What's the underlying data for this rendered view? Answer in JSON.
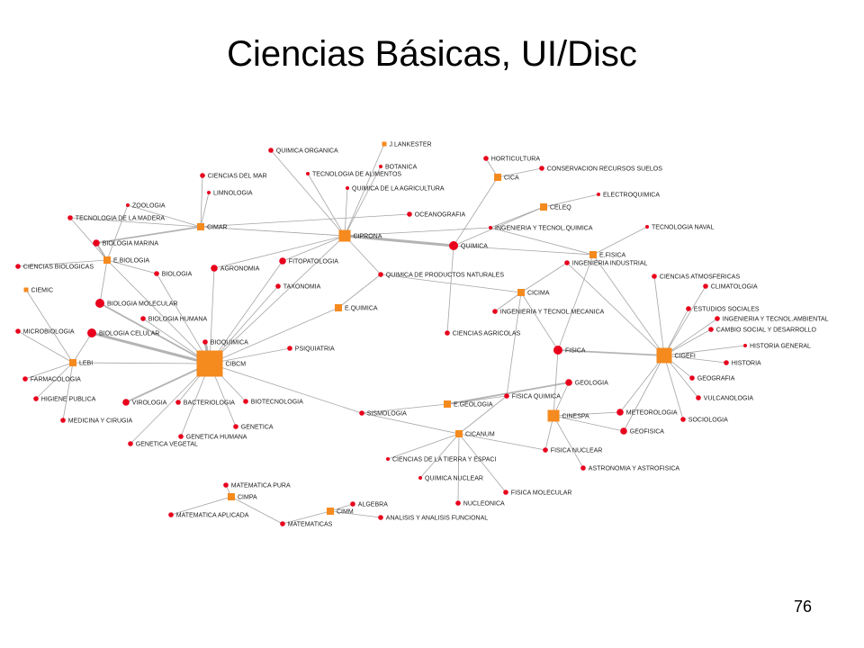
{
  "slide": {
    "title": "Ciencias Básicas, UI/Disc",
    "page_number": "76"
  },
  "colors": {
    "hub": "#f58a1f",
    "leaf": "#e8001c",
    "edge": "#9b9b9b"
  },
  "nodes": [
    {
      "id": "cibom",
      "label": "CIBCM",
      "kind": "hub",
      "size": "xl"
    },
    {
      "id": "cigefi",
      "label": "CIGEFI",
      "kind": "hub",
      "size": "l"
    },
    {
      "id": "ciprona",
      "label": "CIPRONA",
      "kind": "hub",
      "size": "m"
    },
    {
      "id": "cimar",
      "label": "CIMAR",
      "kind": "hub",
      "size": "s"
    },
    {
      "id": "ebiologia",
      "label": "E.BIOLOGIA",
      "kind": "hub",
      "size": "s"
    },
    {
      "id": "lebi",
      "label": "LEBI",
      "kind": "hub",
      "size": "s"
    },
    {
      "id": "equimica",
      "label": "E.QUIMICA",
      "kind": "hub",
      "size": "s"
    },
    {
      "id": "cica",
      "label": "CICA",
      "kind": "hub",
      "size": "s"
    },
    {
      "id": "celeq",
      "label": "CELEQ",
      "kind": "hub",
      "size": "s"
    },
    {
      "id": "efisica",
      "label": "E.FISICA",
      "kind": "hub",
      "size": "s"
    },
    {
      "id": "cicima",
      "label": "CICIMA",
      "kind": "hub",
      "size": "s"
    },
    {
      "id": "egeologia",
      "label": "E.GEOLOGIA",
      "kind": "hub",
      "size": "s"
    },
    {
      "id": "cinespa",
      "label": "CINESPA",
      "kind": "hub",
      "size": "m"
    },
    {
      "id": "cicanum",
      "label": "CICANUM",
      "kind": "hub",
      "size": "s"
    },
    {
      "id": "cimpa",
      "label": "CIMPA",
      "kind": "hub",
      "size": "s"
    },
    {
      "id": "cimm",
      "label": "CIMM",
      "kind": "hub",
      "size": "s"
    },
    {
      "id": "jllankester",
      "label": "J.LANKESTER",
      "kind": "hub",
      "size": "xs"
    },
    {
      "id": "ciemic",
      "label": "CIEMIC",
      "kind": "hub",
      "size": "xs"
    },
    {
      "id": "quimorg",
      "label": "QUIMICA ORGANICA",
      "kind": "leaf",
      "size": "s"
    },
    {
      "id": "tecali",
      "label": "TECNOLOGIA DE ALIMENTOS",
      "kind": "leaf",
      "size": "xs"
    },
    {
      "id": "botanica",
      "label": "BOTANICA",
      "kind": "leaf",
      "size": "xs"
    },
    {
      "id": "quimagr",
      "label": "QUIMICA DE LA AGRICULTURA",
      "kind": "leaf",
      "size": "xs"
    },
    {
      "id": "cienmar",
      "label": "CIENCIAS DEL MAR",
      "kind": "leaf",
      "size": "s"
    },
    {
      "id": "limnologia",
      "label": "LIMNOLOGIA",
      "kind": "leaf",
      "size": "xs"
    },
    {
      "id": "zoologia",
      "label": "ZOOLOGIA",
      "kind": "leaf",
      "size": "xs"
    },
    {
      "id": "tecmadera",
      "label": "TECNOLOGIA DE LA MADERA",
      "kind": "leaf",
      "size": "s"
    },
    {
      "id": "biomarina",
      "label": "BIOLOGIA MARINA",
      "kind": "leaf",
      "size": "m"
    },
    {
      "id": "cienbio",
      "label": "CIENCIAS BIOLOGICAS",
      "kind": "leaf",
      "size": "s"
    },
    {
      "id": "biologia",
      "label": "BIOLOGIA",
      "kind": "leaf",
      "size": "s"
    },
    {
      "id": "agronomia",
      "label": "AGRONOMIA",
      "kind": "leaf",
      "size": "m"
    },
    {
      "id": "fitopat",
      "label": "FITOPATOLOGIA",
      "kind": "leaf",
      "size": "m"
    },
    {
      "id": "taxonomia",
      "label": "TAXONOMIA",
      "kind": "leaf",
      "size": "s"
    },
    {
      "id": "biomol",
      "label": "BIOLOGIA MOLECULAR",
      "kind": "leaf",
      "size": "l"
    },
    {
      "id": "biohum",
      "label": "BIOLOGIA HUMANA",
      "kind": "leaf",
      "size": "s"
    },
    {
      "id": "biocel",
      "label": "BIOLOGIA CELULAR",
      "kind": "leaf",
      "size": "l"
    },
    {
      "id": "microbio",
      "label": "MICROBIOLOGIA",
      "kind": "leaf",
      "size": "s"
    },
    {
      "id": "bioquimica",
      "label": "BIOQUIMICA",
      "kind": "leaf",
      "size": "s"
    },
    {
      "id": "psiquiatria",
      "label": "PSIQUIATRIA",
      "kind": "leaf",
      "size": "s"
    },
    {
      "id": "farmaco",
      "label": "FARMACOLOGIA",
      "kind": "leaf",
      "size": "s"
    },
    {
      "id": "higiene",
      "label": "HIGIENE PUBLICA",
      "kind": "leaf",
      "size": "s"
    },
    {
      "id": "medicina",
      "label": "MEDICINA Y CIRUGIA",
      "kind": "leaf",
      "size": "s"
    },
    {
      "id": "virologia",
      "label": "VIROLOGIA",
      "kind": "leaf",
      "size": "m"
    },
    {
      "id": "bacterio",
      "label": "BACTERIOLOGIA",
      "kind": "leaf",
      "size": "s"
    },
    {
      "id": "biotec",
      "label": "BIOTECNOLOGIA",
      "kind": "leaf",
      "size": "s"
    },
    {
      "id": "genetica",
      "label": "GENETICA",
      "kind": "leaf",
      "size": "s"
    },
    {
      "id": "genhum",
      "label": "GENETICA HUMANA",
      "kind": "leaf",
      "size": "s"
    },
    {
      "id": "genveg",
      "label": "GENETICA VEGETAL",
      "kind": "leaf",
      "size": "s"
    },
    {
      "id": "oceano",
      "label": "OCEANOGRAFIA",
      "kind": "leaf",
      "size": "s"
    },
    {
      "id": "quimica",
      "label": "QUIMICA",
      "kind": "leaf",
      "size": "l"
    },
    {
      "id": "horticultura",
      "label": "HORTICULTURA",
      "kind": "leaf",
      "size": "s"
    },
    {
      "id": "conserv",
      "label": "CONSERVACION RECURSOS SUELOS",
      "kind": "leaf",
      "size": "s"
    },
    {
      "id": "electroq",
      "label": "ELECTROQUIMICA",
      "kind": "leaf",
      "size": "xs"
    },
    {
      "id": "ingquim",
      "label": "INGENIERIA Y TECNOL.QUIMICA",
      "kind": "leaf",
      "size": "xs"
    },
    {
      "id": "tecnaval",
      "label": "TECNOLOGIA NAVAL",
      "kind": "leaf",
      "size": "xs"
    },
    {
      "id": "quimprod",
      "label": "QUIMICA DE PRODUCTOS NATURALES",
      "kind": "leaf",
      "size": "s"
    },
    {
      "id": "ingind",
      "label": "INGENIERIA INDUSTRIAL",
      "kind": "leaf",
      "size": "s"
    },
    {
      "id": "cienatm",
      "label": "CIENCIAS ATMOSFERICAS",
      "kind": "leaf",
      "size": "s"
    },
    {
      "id": "climato",
      "label": "CLIMATOLOGIA",
      "kind": "leaf",
      "size": "s"
    },
    {
      "id": "estsoc",
      "label": "ESTUDIOS SOCIALES",
      "kind": "leaf",
      "size": "s"
    },
    {
      "id": "ingamb",
      "label": "INGENIERIA Y TECNOL.AMBIENTAL",
      "kind": "leaf",
      "size": "s"
    },
    {
      "id": "cambio",
      "label": "CAMBIO SOCIAL Y DESARROLLO",
      "kind": "leaf",
      "size": "s"
    },
    {
      "id": "histgen",
      "label": "HISTORIA GENERAL",
      "kind": "leaf",
      "size": "xs"
    },
    {
      "id": "historia",
      "label": "HISTORIA",
      "kind": "leaf",
      "size": "s"
    },
    {
      "id": "ingmec",
      "label": "INGENIERIA Y TECNOL.MECANICA",
      "kind": "leaf",
      "size": "s"
    },
    {
      "id": "cienagr",
      "label": "CIENCIAS AGRICOLAS",
      "kind": "leaf",
      "size": "s"
    },
    {
      "id": "fisica",
      "label": "FISICA",
      "kind": "leaf",
      "size": "l"
    },
    {
      "id": "geologia",
      "label": "GEOLOGIA",
      "kind": "leaf",
      "size": "m"
    },
    {
      "id": "geografia",
      "label": "GEOGRAFIA",
      "kind": "leaf",
      "size": "s"
    },
    {
      "id": "vulcano",
      "label": "VULCANOLOGIA",
      "kind": "leaf",
      "size": "s"
    },
    {
      "id": "sociologia",
      "label": "SOCIOLOGIA",
      "kind": "leaf",
      "size": "s"
    },
    {
      "id": "fisquim",
      "label": "FISICA QUIMICA",
      "kind": "leaf",
      "size": "s"
    },
    {
      "id": "meteo",
      "label": "METEOROLOGIA",
      "kind": "leaf",
      "size": "m"
    },
    {
      "id": "geofisica",
      "label": "GEOFISICA",
      "kind": "leaf",
      "size": "m"
    },
    {
      "id": "sismologia",
      "label": "SISMOLOGIA",
      "kind": "leaf",
      "size": "s"
    },
    {
      "id": "fisnuc",
      "label": "FISICA NUCLEAR",
      "kind": "leaf",
      "size": "s"
    },
    {
      "id": "astro",
      "label": "ASTRONOMIA Y ASTROFISICA",
      "kind": "leaf",
      "size": "s"
    },
    {
      "id": "ciencterra",
      "label": "CIENCIAS DE LA TIERRA Y ESPACI",
      "kind": "leaf",
      "size": "xs"
    },
    {
      "id": "quimnuc",
      "label": "QUIMICA NUCLEAR",
      "kind": "leaf",
      "size": "xs"
    },
    {
      "id": "fismol",
      "label": "FISICA MOLECULAR",
      "kind": "leaf",
      "size": "s"
    },
    {
      "id": "nucleonica",
      "label": "NUCLEONICA",
      "kind": "leaf",
      "size": "s"
    },
    {
      "id": "matpura",
      "label": "MATEMATICA PURA",
      "kind": "leaf",
      "size": "s"
    },
    {
      "id": "matapl",
      "label": "MATEMATICA APLICADA",
      "kind": "leaf",
      "size": "s"
    },
    {
      "id": "matematicas",
      "label": "MATEMATICAS",
      "kind": "leaf",
      "size": "s"
    },
    {
      "id": "algebra",
      "label": "ALGEBRA",
      "kind": "leaf",
      "size": "s"
    },
    {
      "id": "analisis",
      "label": "ANALISIS Y ANALISIS FUNCIONAL",
      "kind": "leaf",
      "size": "s"
    }
  ],
  "edges": [
    [
      "cibom",
      "bioquimica",
      3
    ],
    [
      "cibom",
      "biocel",
      3
    ],
    [
      "cibom",
      "biomol",
      2
    ],
    [
      "cibom",
      "ebiologia",
      1
    ],
    [
      "cibom",
      "biohum",
      1
    ],
    [
      "cibom",
      "biologia",
      1
    ],
    [
      "cibom",
      "agronomia",
      1
    ],
    [
      "cibom",
      "fitopat",
      1
    ],
    [
      "cibom",
      "taxonomia",
      1
    ],
    [
      "cibom",
      "psiquiatria",
      1
    ],
    [
      "cibom",
      "virologia",
      2
    ],
    [
      "cibom",
      "bacterio",
      1
    ],
    [
      "cibom",
      "biotec",
      1
    ],
    [
      "cibom",
      "genetica",
      1
    ],
    [
      "cibom",
      "genhum",
      1
    ],
    [
      "cibom",
      "genveg",
      1
    ],
    [
      "cibom",
      "lebi",
      1
    ],
    [
      "cibom",
      "ciprona",
      1
    ],
    [
      "cibom",
      "sismologia",
      1
    ],
    [
      "cibom",
      "equimica",
      1
    ],
    [
      "cimar",
      "cienmar",
      1
    ],
    [
      "cimar",
      "limnologia",
      1
    ],
    [
      "cimar",
      "biomarina",
      2
    ],
    [
      "cimar",
      "tecmadera",
      1
    ],
    [
      "cimar",
      "oceano",
      1
    ],
    [
      "cimar",
      "ciprona",
      1
    ],
    [
      "cimar",
      "zoologia",
      1
    ],
    [
      "ebiologia",
      "biomarina",
      2
    ],
    [
      "ebiologia",
      "biologia",
      1
    ],
    [
      "ebiologia",
      "biomol",
      1
    ],
    [
      "ebiologia",
      "cienbio",
      1
    ],
    [
      "ebiologia",
      "zoologia",
      1
    ],
    [
      "ebiologia",
      "tecmadera",
      1
    ],
    [
      "lebi",
      "microbio",
      1
    ],
    [
      "lebi",
      "farmaco",
      1
    ],
    [
      "lebi",
      "higiene",
      1
    ],
    [
      "lebi",
      "medicina",
      1
    ],
    [
      "lebi",
      "ciemic",
      1
    ],
    [
      "lebi",
      "biocel",
      1
    ],
    [
      "ciprona",
      "quimorg",
      1
    ],
    [
      "ciprona",
      "tecali",
      1
    ],
    [
      "ciprona",
      "botanica",
      1
    ],
    [
      "ciprona",
      "quimagr",
      1
    ],
    [
      "ciprona",
      "quimica",
      3
    ],
    [
      "ciprona",
      "agronomia",
      1
    ],
    [
      "ciprona",
      "fitopat",
      1
    ],
    [
      "ciprona",
      "ingquim",
      1
    ],
    [
      "ciprona",
      "quimprod",
      1
    ],
    [
      "ciprona",
      "jllankester",
      1
    ],
    [
      "quimica",
      "cica",
      1
    ],
    [
      "quimica",
      "celeq",
      1
    ],
    [
      "quimica",
      "cienagr",
      1
    ],
    [
      "quimica",
      "efisica",
      1
    ],
    [
      "cica",
      "horticultura",
      1
    ],
    [
      "cica",
      "conserv",
      1
    ],
    [
      "celeq",
      "electroq",
      1
    ],
    [
      "celeq",
      "ingquim",
      1
    ],
    [
      "efisica",
      "ingquim",
      1
    ],
    [
      "efisica",
      "tecnaval",
      1
    ],
    [
      "efisica",
      "fisica",
      1
    ],
    [
      "efisica",
      "cigefi",
      1
    ],
    [
      "cicima",
      "ingind",
      1
    ],
    [
      "cicima",
      "ingmec",
      1
    ],
    [
      "cicima",
      "quimprod",
      1
    ],
    [
      "cicima",
      "fisica",
      1
    ],
    [
      "cicima",
      "fisquim",
      1
    ],
    [
      "cigefi",
      "fisica",
      2
    ],
    [
      "cigefi",
      "cienatm",
      1
    ],
    [
      "cigefi",
      "climato",
      1
    ],
    [
      "cigefi",
      "estsoc",
      1
    ],
    [
      "cigefi",
      "ingamb",
      1
    ],
    [
      "cigefi",
      "cambio",
      1
    ],
    [
      "cigefi",
      "histgen",
      1
    ],
    [
      "cigefi",
      "historia",
      1
    ],
    [
      "cigefi",
      "geografia",
      1
    ],
    [
      "cigefi",
      "vulcano",
      1
    ],
    [
      "cigefi",
      "sociologia",
      1
    ],
    [
      "cigefi",
      "meteo",
      1
    ],
    [
      "cigefi",
      "geofisica",
      1
    ],
    [
      "cigefi",
      "ingind",
      1
    ],
    [
      "egeologia",
      "geologia",
      2
    ],
    [
      "egeologia",
      "sismologia",
      1
    ],
    [
      "egeologia",
      "fisquim",
      1
    ],
    [
      "cinespa",
      "fisica",
      1
    ],
    [
      "cinespa",
      "meteo",
      1
    ],
    [
      "cinespa",
      "geofisica",
      1
    ],
    [
      "cinespa",
      "astro",
      1
    ],
    [
      "cinespa",
      "fisnuc",
      1
    ],
    [
      "cinespa",
      "geologia",
      1
    ],
    [
      "cicanum",
      "ciencterra",
      1
    ],
    [
      "cicanum",
      "quimnuc",
      1
    ],
    [
      "cicanum",
      "fismol",
      1
    ],
    [
      "cicanum",
      "nucleonica",
      1
    ],
    [
      "cicanum",
      "fisnuc",
      1
    ],
    [
      "cicanum",
      "sismologia",
      1
    ],
    [
      "cicanum",
      "fisquim",
      1
    ],
    [
      "equimica",
      "quimprod",
      1
    ],
    [
      "cimpa",
      "matpura",
      1
    ],
    [
      "cimpa",
      "matapl",
      1
    ],
    [
      "cimpa",
      "matematicas",
      1
    ],
    [
      "cimm",
      "matematicas",
      1
    ],
    [
      "cimm",
      "algebra",
      1
    ],
    [
      "cimm",
      "analisis",
      1
    ]
  ]
}
